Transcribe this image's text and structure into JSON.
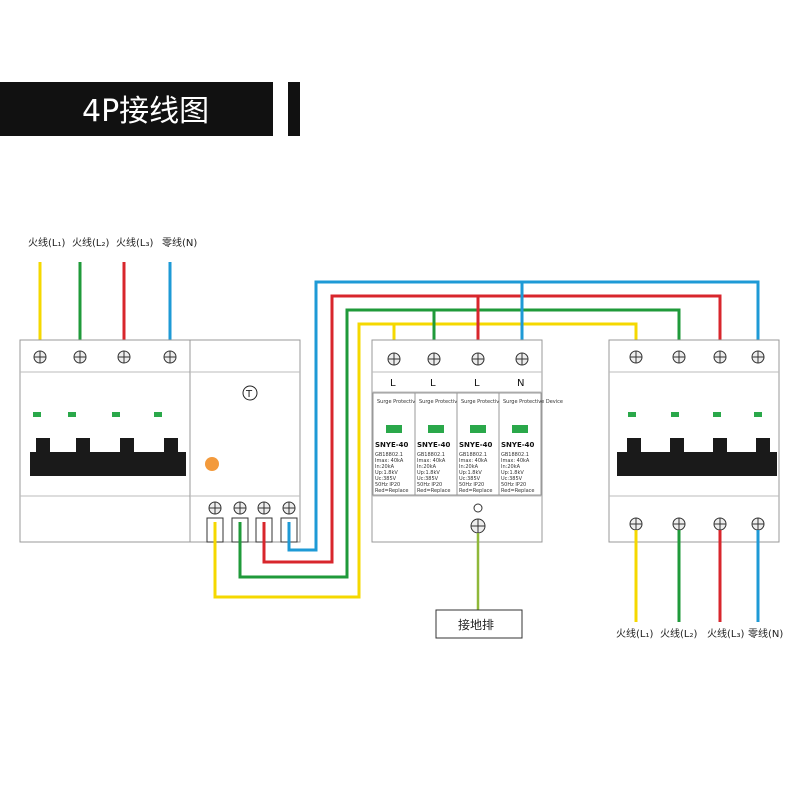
{
  "title": "4P接线图",
  "colors": {
    "yellow": "#f5d800",
    "green": "#1f9a3a",
    "red": "#d8262c",
    "blue": "#1e9ad6",
    "black": "#111111",
    "indicator_green": "#2aa84a",
    "test_orange": "#f39a3c"
  },
  "input_labels": [
    "火线(L₁)",
    "火线(L₂)",
    "火线(L₃)",
    "零线(N)"
  ],
  "output_labels": [
    "火线(L₁)",
    "火线(L₂)",
    "火线(L₃)",
    "零线(N)"
  ],
  "test_button_label": "T",
  "spd": {
    "terminal_labels": [
      "L",
      "L",
      "L",
      "N"
    ],
    "module_title": "SNYE-40",
    "brand_text": "Surge Protective Device",
    "spec_lines": [
      "GB18802.1",
      "Imax: 40kA",
      "In:20kA",
      "Up:1.8kV",
      "Uc:385V",
      "50Hz IP20",
      "Red=Replace"
    ]
  },
  "ground_label": "接地排"
}
